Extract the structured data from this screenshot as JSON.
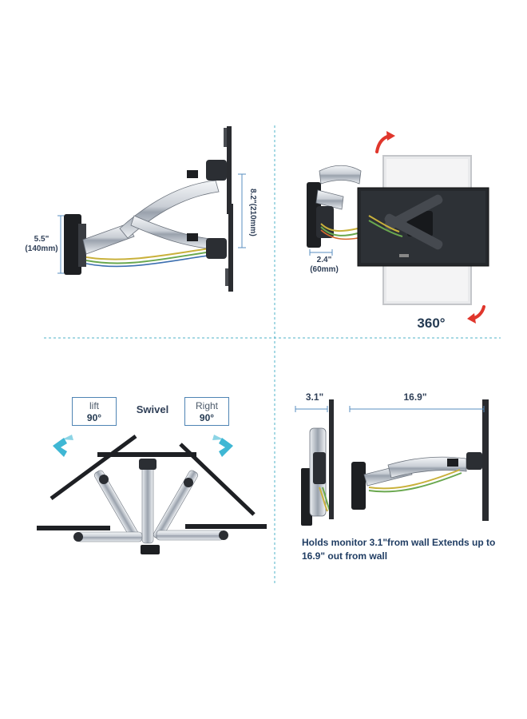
{
  "panel_tl": {
    "dim_height": "5.5\"",
    "dim_height_mm": "(140mm)",
    "dim_vertical": "8.2\"(210mm)"
  },
  "panel_tr": {
    "dim_depth": "2.4\"",
    "dim_depth_mm": "(60mm)",
    "rotation": "360°"
  },
  "panel_bl": {
    "left_box": {
      "line1": "lift",
      "line2": "90°"
    },
    "swivel": "Swivel",
    "right_box": {
      "line1": "Right",
      "line2": "90°"
    }
  },
  "panel_br": {
    "min_depth": "3.1\"",
    "max_depth": "16.9\"",
    "description": "Holds monitor 3.1\"from wall Extends up to 16.9\" out from wall"
  },
  "colors": {
    "divider": "#4fb3c9",
    "dimension_line": "#5a8fc1",
    "arrow_red": "#e0362c",
    "swivel_arrow": "#3fb7d4",
    "text_navy": "#203d63"
  }
}
